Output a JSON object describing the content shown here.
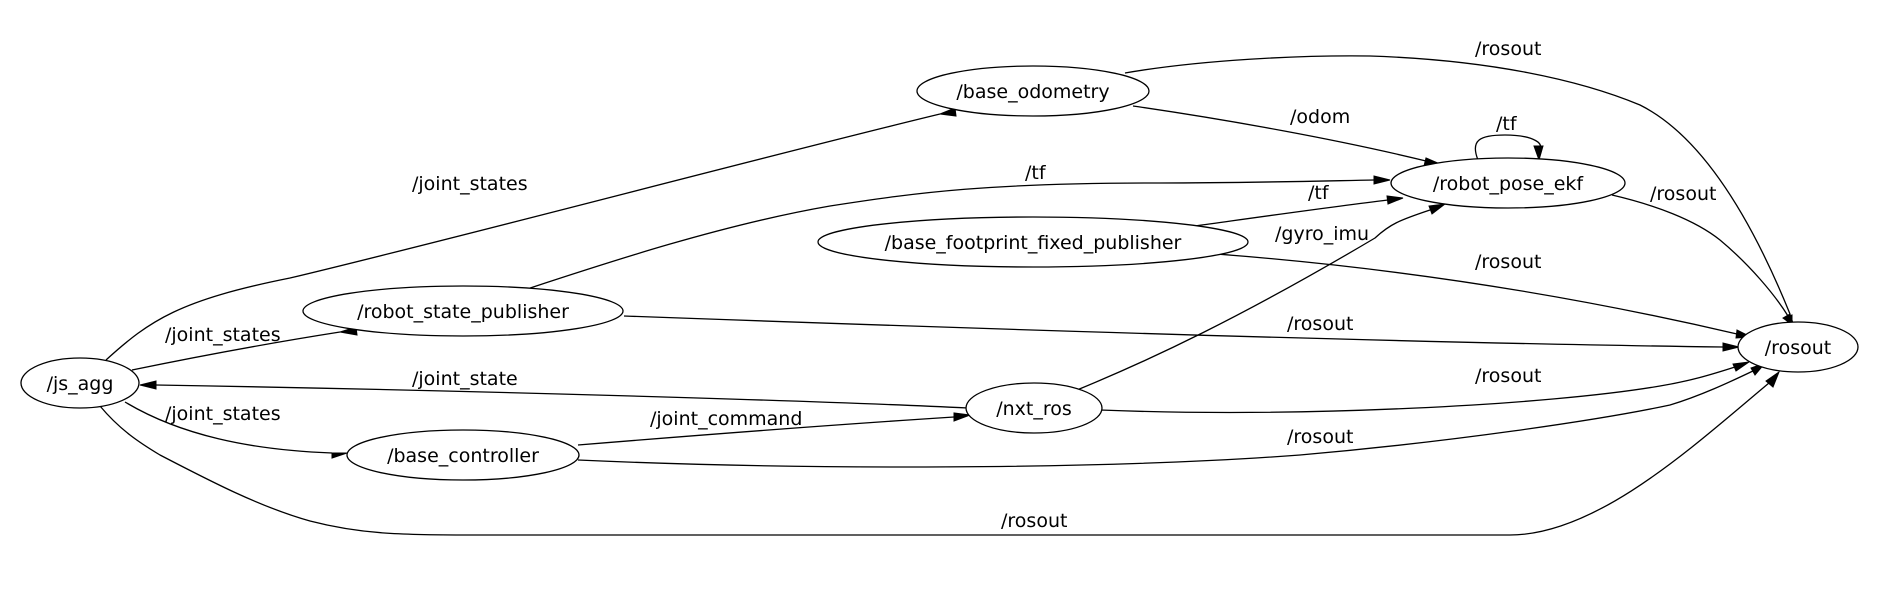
{
  "nodes": {
    "js_agg": "/js_agg",
    "base_odometry": "/base_odometry",
    "robot_state_publisher": "/robot_state_publisher",
    "base_footprint_fixed_publisher": "/base_footprint_fixed_publisher",
    "robot_pose_ekf": "/robot_pose_ekf",
    "nxt_ros": "/nxt_ros",
    "base_controller": "/base_controller",
    "rosout": "/rosout"
  },
  "edges": [
    {
      "id": "jsagg-baseodom",
      "from": "/js_agg",
      "to": "/base_odometry",
      "label": "/joint_states"
    },
    {
      "id": "jsagg-rsp",
      "from": "/js_agg",
      "to": "/robot_state_publisher",
      "label": "/joint_states"
    },
    {
      "id": "jsagg-basectrl",
      "from": "/js_agg",
      "to": "/base_controller",
      "label": "/joint_states"
    },
    {
      "id": "jsagg-rosout",
      "from": "/js_agg",
      "to": "/rosout",
      "label": "/rosout"
    },
    {
      "id": "baseodom-ekf",
      "from": "/base_odometry",
      "to": "/robot_pose_ekf",
      "label": "/odom"
    },
    {
      "id": "baseodom-rosout",
      "from": "/base_odometry",
      "to": "/rosout",
      "label": "/rosout"
    },
    {
      "id": "rsp-ekf",
      "from": "/robot_state_publisher",
      "to": "/robot_pose_ekf",
      "label": "/tf"
    },
    {
      "id": "rsp-rosout",
      "from": "/robot_state_publisher",
      "to": "/rosout",
      "label": "/rosout"
    },
    {
      "id": "bffp-ekf",
      "from": "/base_footprint_fixed_publisher",
      "to": "/robot_pose_ekf",
      "label": "/tf"
    },
    {
      "id": "bffp-rosout",
      "from": "/base_footprint_fixed_publisher",
      "to": "/rosout",
      "label": "/rosout"
    },
    {
      "id": "ekf-ekf",
      "from": "/robot_pose_ekf",
      "to": "/robot_pose_ekf",
      "label": "/tf"
    },
    {
      "id": "ekf-rosout",
      "from": "/robot_pose_ekf",
      "to": "/rosout",
      "label": "/rosout"
    },
    {
      "id": "nxt-ekf",
      "from": "/nxt_ros",
      "to": "/robot_pose_ekf",
      "label": "/gyro_imu"
    },
    {
      "id": "nxt-jsagg",
      "from": "/nxt_ros",
      "to": "/js_agg",
      "label": "/joint_state"
    },
    {
      "id": "nxt-rosout",
      "from": "/nxt_ros",
      "to": "/rosout",
      "label": "/rosout"
    },
    {
      "id": "basectrl-nxt",
      "from": "/base_controller",
      "to": "/nxt_ros",
      "label": "/joint_command"
    },
    {
      "id": "basectrl-rosout",
      "from": "/base_controller",
      "to": "/rosout",
      "label": "/rosout"
    }
  ]
}
